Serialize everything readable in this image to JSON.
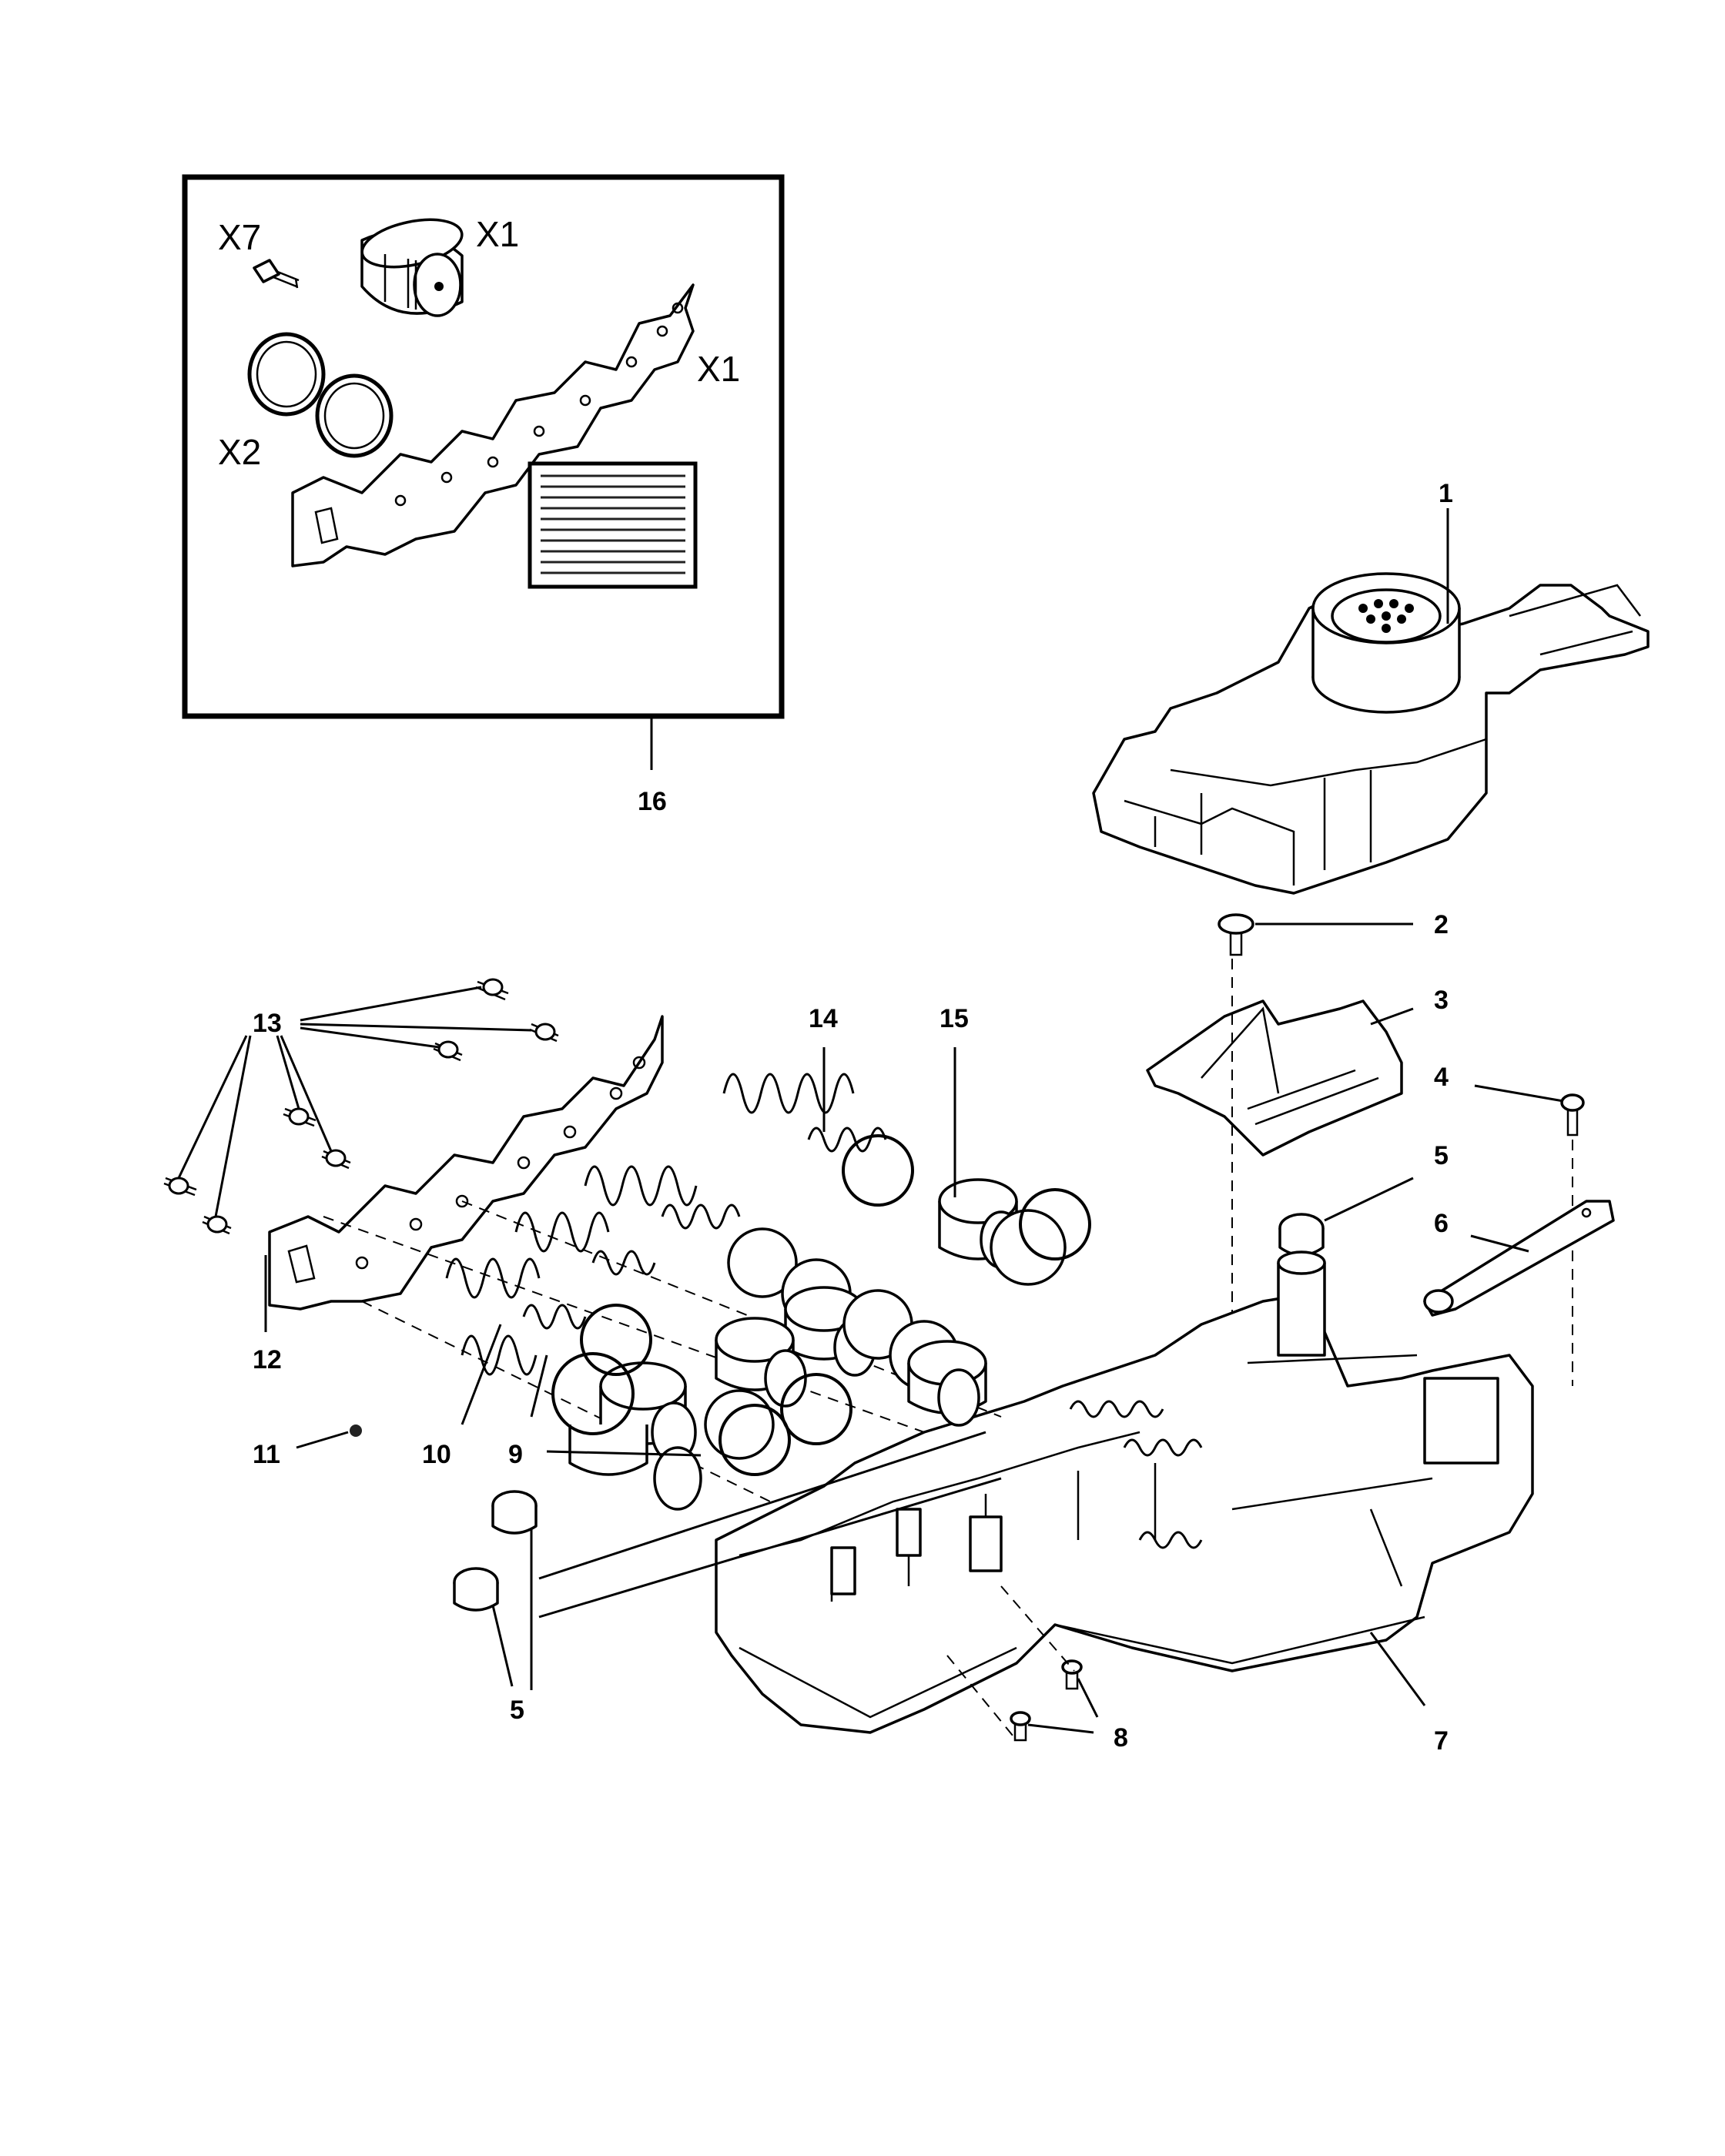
{
  "callouts": {
    "c1": "1",
    "c2": "2",
    "c3": "3",
    "c4": "4",
    "c5a": "5",
    "c5b": "5",
    "c6": "6",
    "c7": "7",
    "c8": "8",
    "c9": "9",
    "c10": "10",
    "c11": "11",
    "c12": "12",
    "c13": "13",
    "c14": "14",
    "c15": "15",
    "c16": "16"
  },
  "kit": {
    "x7": "X7",
    "x1_solenoid": "X1",
    "x1_gasket": "X1",
    "x2": "X2"
  }
}
